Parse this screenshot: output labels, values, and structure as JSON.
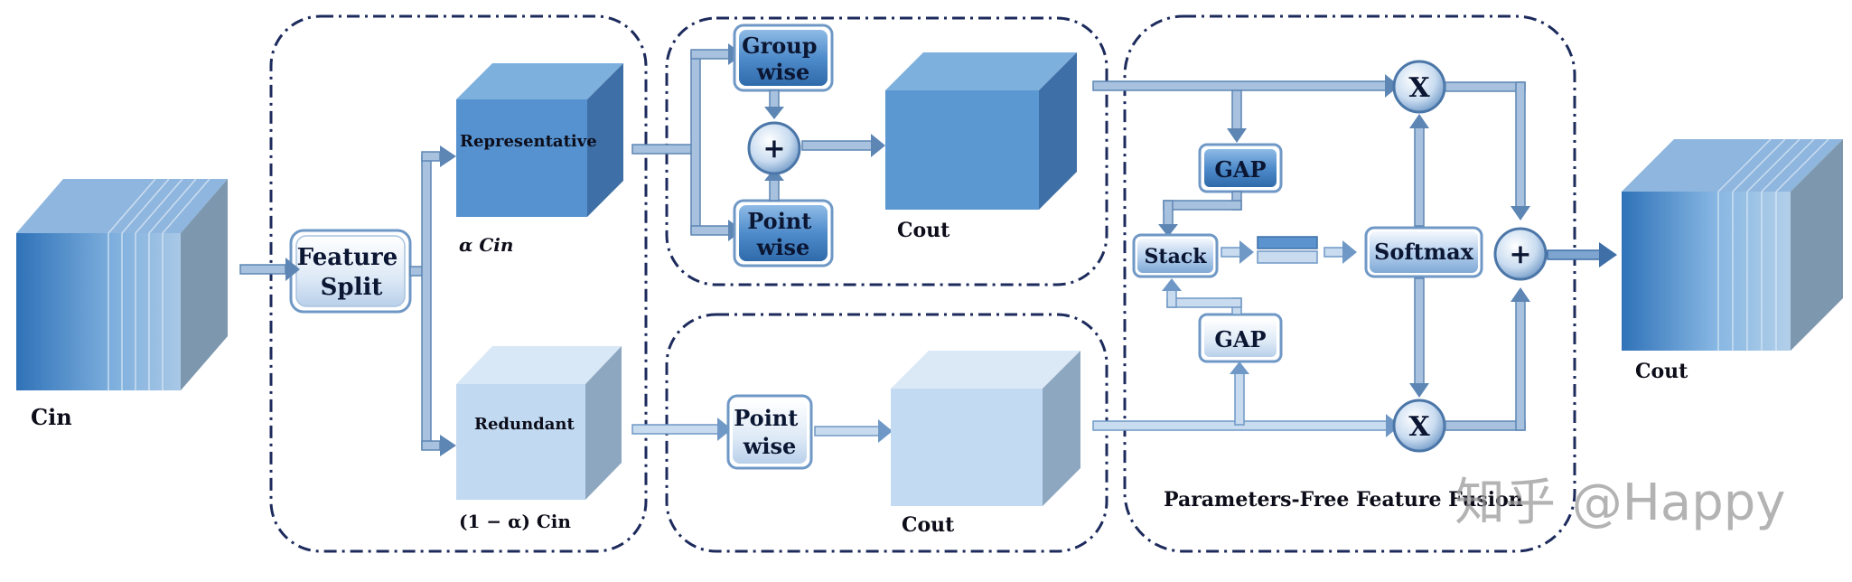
{
  "labels": {
    "cin": "Cin",
    "feature_split": [
      "Feature",
      "Split"
    ],
    "representative": "Representative",
    "alpha_cin": "α Cin",
    "redundant": "Redundant",
    "one_minus_alpha_cin": "(1 − α) Cin",
    "group_wise": [
      "Group",
      "wise"
    ],
    "point_wise_top": [
      "Point",
      "wise"
    ],
    "point_wise_bottom": [
      "Point",
      "wise"
    ],
    "cout_top": "Cout",
    "cout_bottom": "Cout",
    "cout_final": "Cout",
    "gap_top": "GAP",
    "gap_bottom": "GAP",
    "stack": "Stack",
    "softmax": "Softmax",
    "multiply_symbol": "X",
    "add_symbol": "+",
    "fusion_caption": "Parameters-Free Feature Fusion",
    "watermark": "知乎 @Happy"
  },
  "colors": {
    "dashed_border": "#1c2a5c",
    "cube_dark_front": "#4f8fcf",
    "cube_light_front": "#c3dbf2",
    "arrow_fill": "#6f98c6",
    "box_fill": "#5b93cf",
    "box_light_fill": "#e8f1fb"
  }
}
